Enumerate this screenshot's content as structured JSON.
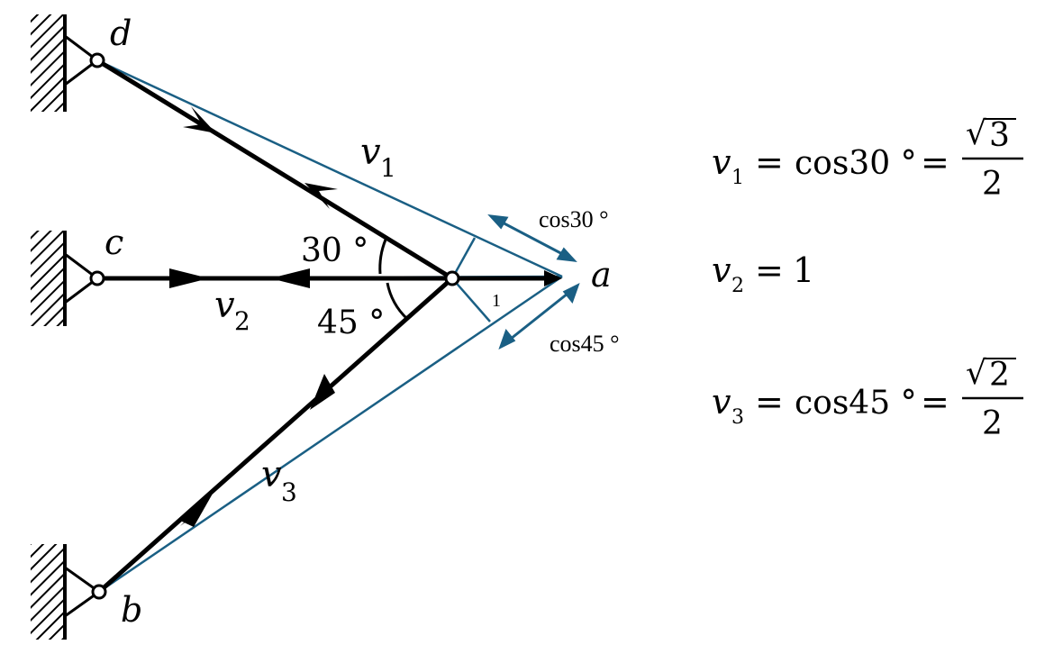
{
  "colors": {
    "member": "#000000",
    "construction": "#1a5f84",
    "support_fill": "#ffffff"
  },
  "nodes": {
    "d": {
      "label": "d"
    },
    "c": {
      "label": "c"
    },
    "b": {
      "label": "b"
    },
    "a": {
      "label": "a"
    }
  },
  "angles": {
    "upper": "30 °",
    "lower": "45 °"
  },
  "velocities": {
    "v1": {
      "sym": "v",
      "sub": "1"
    },
    "v2": {
      "sym": "v",
      "sub": "2"
    },
    "v3": {
      "sym": "v",
      "sub": "3"
    }
  },
  "construction_labels": {
    "unit": "1",
    "cos30": "cos30 °",
    "cos45": "cos45 °"
  },
  "equations": {
    "eq1": {
      "lhs_sym": "v",
      "lhs_sub": "1",
      "eq1": "=",
      "mid": "cos30 °",
      "eq2": "=",
      "num_root": "√",
      "num_val": "3",
      "den": "2"
    },
    "eq2": {
      "lhs_sym": "v",
      "lhs_sub": "2",
      "eq1": "=",
      "rhs": "1"
    },
    "eq3": {
      "lhs_sym": "v",
      "lhs_sub": "3",
      "eq1": "=",
      "mid": "cos45 °",
      "eq2": "=",
      "num_root": "√",
      "num_val": "2",
      "den": "2"
    }
  }
}
